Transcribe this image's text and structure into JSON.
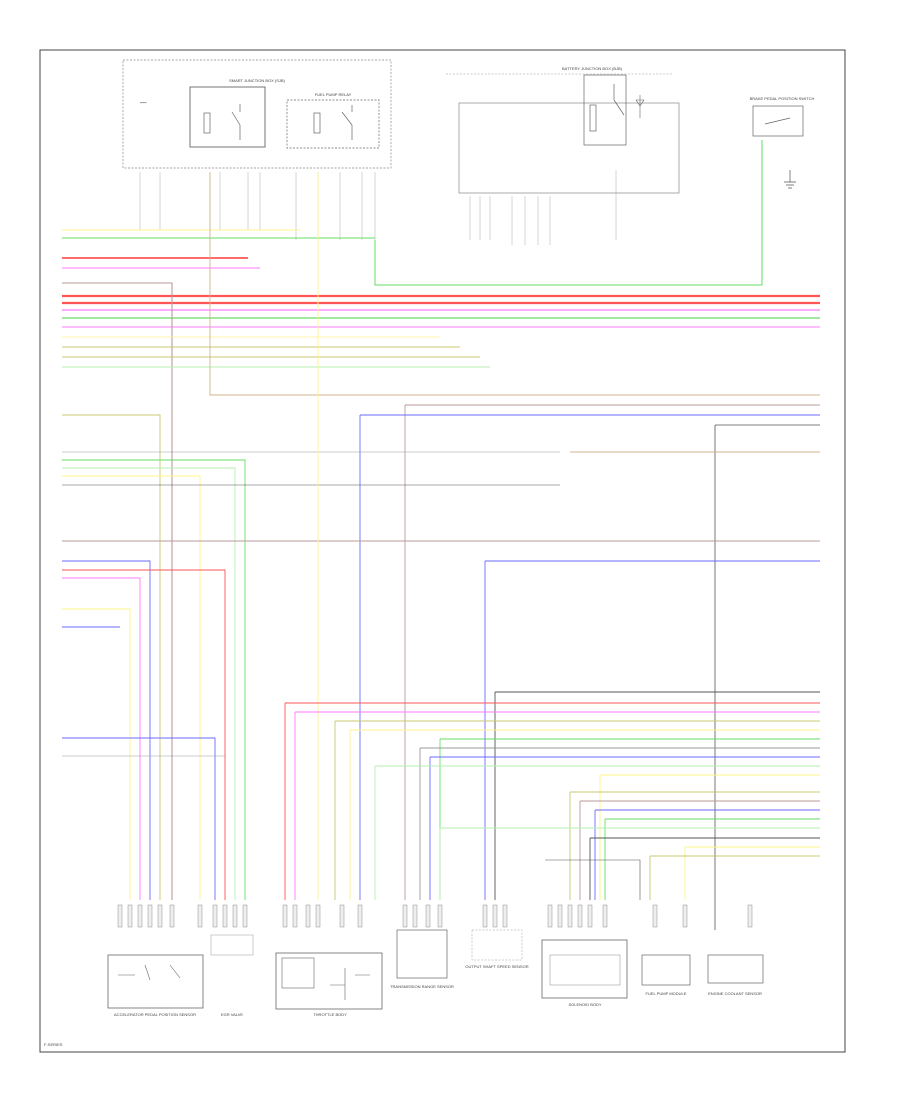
{
  "footer_label": "F-SERIES",
  "colors": {
    "red": "#ff5555",
    "pink": "#ff7bff",
    "green": "#66dd66",
    "lightgreen": "#b5f0b0",
    "yellow": "#fff38a",
    "olive": "#c8c870",
    "blue": "#6b6bff",
    "tan": "#d2b48c",
    "brown": "#b99a9a",
    "gray": "#9a9a9a",
    "dark": "#555555"
  },
  "top_modules": [
    {
      "name": "smart-junction-box",
      "text": "SMART JUNCTION BOX (SJB)"
    },
    {
      "name": "fuel-pump-relay",
      "text": "FUEL PUMP RELAY"
    },
    {
      "name": "battery-junction-box",
      "text": "BATTERY JUNCTION BOX (BJB)"
    },
    {
      "name": "brake-pedal-switch",
      "text": "BRAKE PEDAL POSITION SWITCH"
    }
  ],
  "bottom_components": [
    {
      "name": "accelerator-pedal-sensor",
      "text": "ACCELERATOR PEDAL POSITION SENSOR"
    },
    {
      "name": "egr-valve",
      "text": "EGR VALVE"
    },
    {
      "name": "throttle-body",
      "text": "THROTTLE BODY"
    },
    {
      "name": "transmission-range-sensor",
      "text": "TRANSMISSION RANGE SENSOR"
    },
    {
      "name": "output-shaft-speed-sensor",
      "text": "OUTPUT SHAFT SPEED SENSOR"
    },
    {
      "name": "solenoid-body",
      "text": "SOLENOID BODY"
    },
    {
      "name": "fuel-pump-module",
      "text": "FUEL PUMP MODULE"
    },
    {
      "name": "engine-coolant-sensor",
      "text": "ENGINE COOLANT SENSOR"
    }
  ]
}
